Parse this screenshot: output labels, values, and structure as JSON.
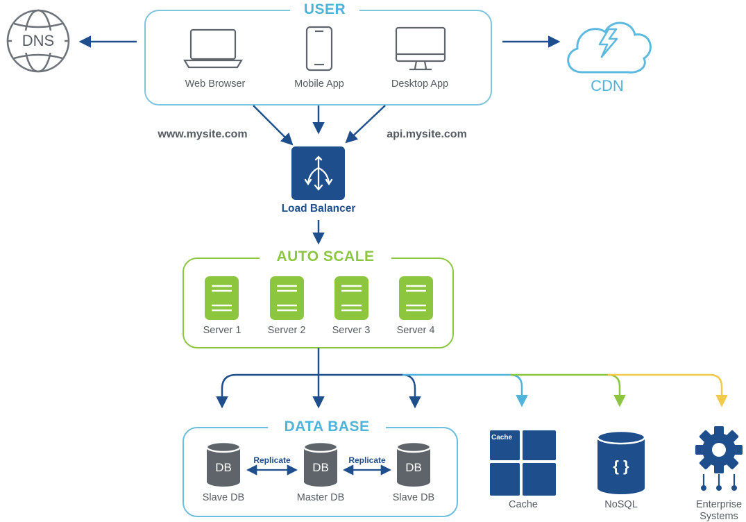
{
  "user": {
    "title": "USER",
    "clients": [
      {
        "label": "Web Browser",
        "icon": "laptop-icon"
      },
      {
        "label": "Mobile App",
        "icon": "mobile-phone-icon"
      },
      {
        "label": "Desktop App",
        "icon": "desktop-monitor-icon"
      }
    ]
  },
  "dns": {
    "label": "DNS",
    "icon": "globe-icon"
  },
  "cdn": {
    "label": "CDN",
    "icon": "cloud-lightning-icon"
  },
  "domains": {
    "web": "www.mysite.com",
    "api": "api.mysite.com"
  },
  "load_balancer": {
    "label": "Load Balancer",
    "icon": "load-balancer-icon"
  },
  "autoscale": {
    "title": "AUTO SCALE",
    "servers": [
      "Server 1",
      "Server 2",
      "Server 3",
      "Server 4"
    ]
  },
  "database": {
    "title": "DATA BASE",
    "nodes": [
      {
        "label": "Slave DB",
        "badge": "DB"
      },
      {
        "label": "Master DB",
        "badge": "DB"
      },
      {
        "label": "Slave DB",
        "badge": "DB"
      }
    ],
    "replicate_labels": [
      "Replicate",
      "Replicate"
    ]
  },
  "cache": {
    "label": "Cache",
    "tile_label": "Cache"
  },
  "nosql": {
    "label": "NoSQL",
    "symbol": "{ }"
  },
  "enterprise": {
    "label_line1": "Enterprise",
    "label_line2": "Systems"
  },
  "colors": {
    "user_border": "#7fc4dd",
    "user_title": "#4db3d9",
    "autoscale": "#8cc63f",
    "database_border": "#6bbede",
    "navy": "#1e4e8c",
    "gray_icon": "#5f646b",
    "yellow": "#f3c94a"
  }
}
